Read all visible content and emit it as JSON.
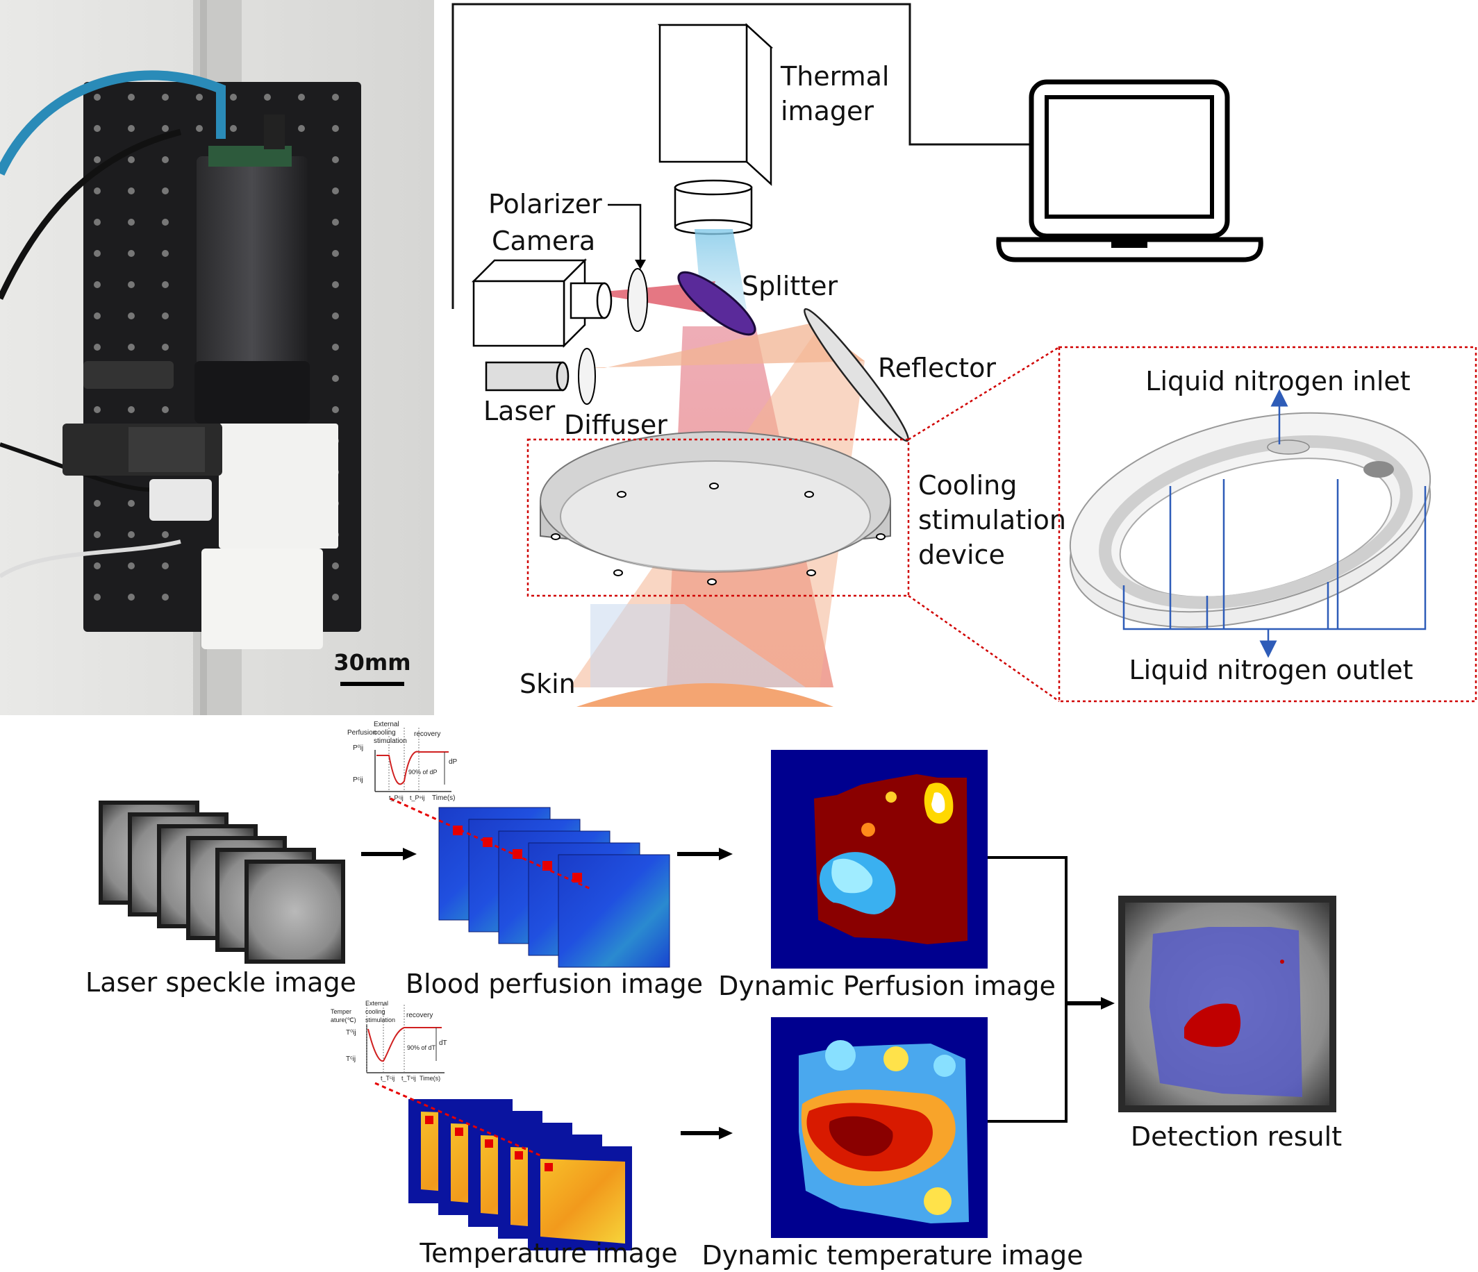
{
  "photo": {
    "scale_label": "30mm"
  },
  "setup": {
    "thermal_imager": [
      "Thermal",
      "imager"
    ],
    "polarizer": "Polarizer",
    "camera": "Camera",
    "splitter": "Splitter",
    "reflector": "Reflector",
    "laser": "Laser",
    "diffuser": "Diffuser",
    "cooling_device": [
      "Cooling",
      "stimulation",
      "device"
    ],
    "skin": "Skin"
  },
  "inset": {
    "inlet": "Liquid nitrogen inlet",
    "outlet": "Liquid nitrogen outlet"
  },
  "pipeline": {
    "laser_speckle": "Laser speckle image",
    "blood_perfusion": "Blood perfusion image",
    "dynamic_perfusion": "Dynamic Perfusion image",
    "temperature": "Temperature image",
    "dynamic_temperature": "Dynamic temperature image",
    "detection": "Detection result"
  },
  "perfusion_curve": {
    "ylabel": "Perfusion",
    "phase1": [
      "External",
      "cooling",
      "stimulation"
    ],
    "phase2": "recovery",
    "y_top": "P⁰ij",
    "y_bottom": "Pᶜij",
    "delta": "dP",
    "ninety": "90% of dP",
    "t1": "t_Pᶜij",
    "t2": "t_P⁹ij",
    "xlabel": "Time(s)"
  },
  "temperature_curve": {
    "ylabel": [
      "Temper",
      "ature(℃)"
    ],
    "phase1": [
      "External",
      "cooling",
      "stimulation"
    ],
    "phase2": "recovery",
    "y_top": "T⁰ij",
    "y_bottom": "Tᶜij",
    "delta": "dT",
    "ninety": "90% of dT",
    "t1": "t_Tᶜij",
    "t2": "t_T⁹ij",
    "xlabel": "Time(s)"
  }
}
